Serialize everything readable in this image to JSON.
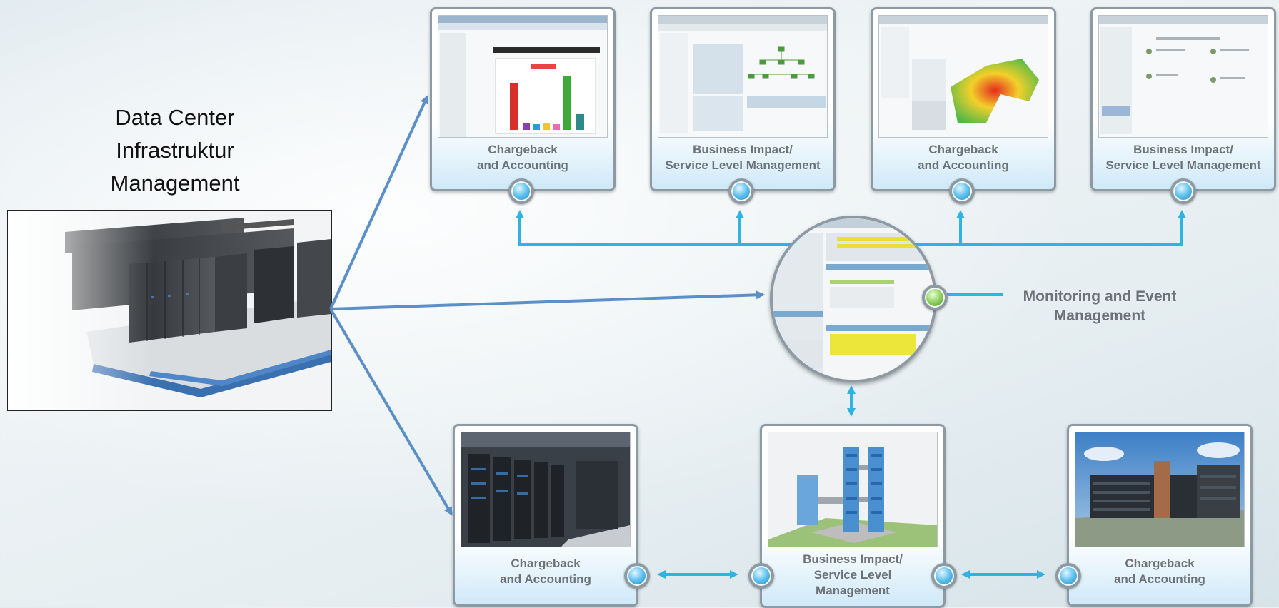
{
  "title": [
    "Data Center",
    "Infrastruktur",
    "Management"
  ],
  "top_cards": [
    {
      "line1": "Chargeback",
      "line2": "and Accounting"
    },
    {
      "line1": "Business Impact/",
      "line2": "Service Level Management"
    },
    {
      "line1": "Chargeback",
      "line2": "and Accounting"
    },
    {
      "line1": "Business Impact/",
      "line2": "Service Level Management"
    }
  ],
  "monitoring": {
    "line1": "Monitoring and Event",
    "line2": "Management"
  },
  "bottom_cards": [
    {
      "lines": [
        "Chargeback",
        "and Accounting"
      ]
    },
    {
      "lines": [
        "Business Impact/",
        "Service Level",
        "Management"
      ]
    },
    {
      "lines": [
        "Chargeback",
        "and Accounting"
      ]
    }
  ],
  "colors": {
    "connector_cyan": "#2fb3e3",
    "arrow_blue": "#5b8fc8",
    "card_border": "#8e9aa3",
    "label_gray": "#6c7277"
  }
}
